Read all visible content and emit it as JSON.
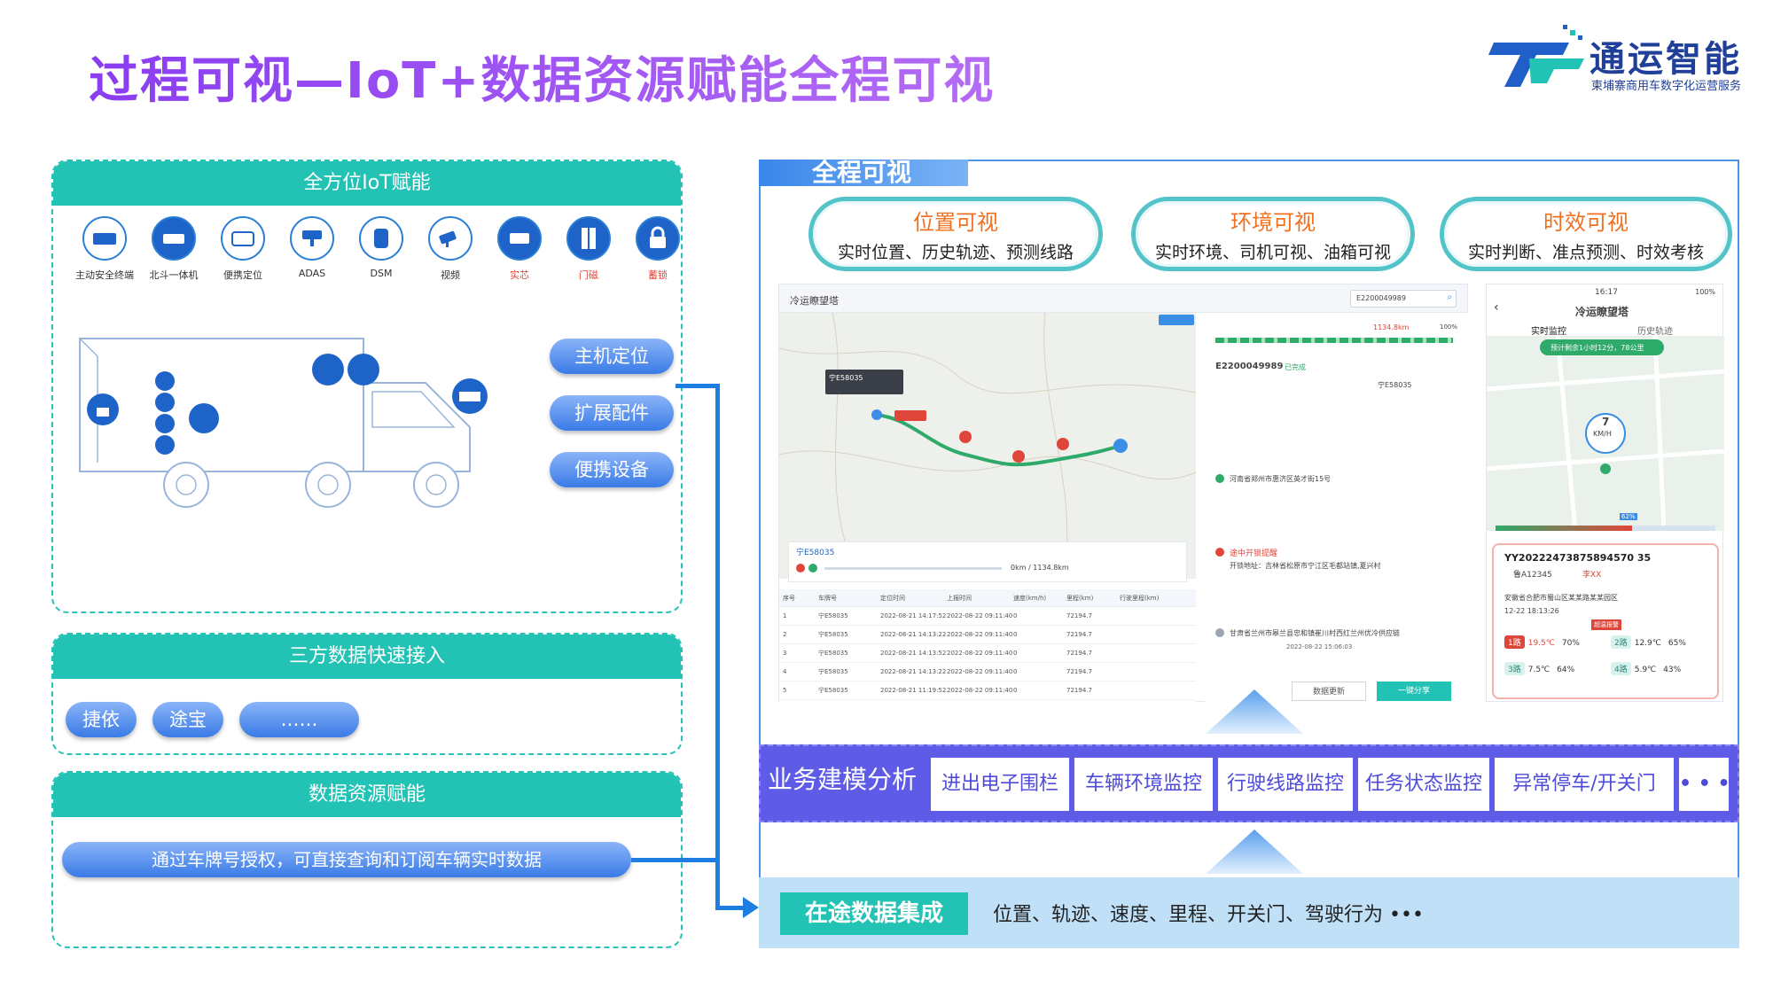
{
  "page_title": "过程可视—IoT+数据资源赋能全程可视",
  "brand": {
    "name": "通运智能",
    "slogan": "柬埔寨商用车数字化运营服务"
  },
  "iot_panel": {
    "title": "全方位IoT赋能",
    "icons": [
      {
        "label": "主动安全终端",
        "icon": "terminal-icon",
        "highlight": false
      },
      {
        "label": "北斗一体机",
        "icon": "beidou-device-icon",
        "highlight": false
      },
      {
        "label": "便携定位",
        "icon": "portable-locator-icon",
        "highlight": false
      },
      {
        "label": "ADAS",
        "icon": "adas-camera-icon",
        "highlight": false
      },
      {
        "label": "DSM",
        "icon": "dsm-camera-icon",
        "highlight": false
      },
      {
        "label": "视频",
        "icon": "video-camera-icon",
        "highlight": false
      },
      {
        "label": "实芯",
        "icon": "chip-icon",
        "highlight": true
      },
      {
        "label": "门磁",
        "icon": "door-sensor-icon",
        "highlight": true
      },
      {
        "label": "蓄锁",
        "icon": "lock-icon",
        "highlight": true
      }
    ],
    "pills": [
      "主机定位",
      "扩展配件",
      "便携设备"
    ]
  },
  "thirdparty_panel": {
    "title": "三方数据快速接入",
    "pills": [
      "捷依",
      "途宝",
      "……"
    ]
  },
  "resource_panel": {
    "title": "数据资源赋能",
    "pill": "通过车牌号授权，可直接查询和订阅车辆实时数据"
  },
  "full_view": {
    "tab": "全程可视",
    "capsules": [
      {
        "title": "位置可视",
        "sub": "实时位置、历史轨迹、预测线路"
      },
      {
        "title": "环境可视",
        "sub": "实时环境、司机可视、油箱可视"
      },
      {
        "title": "时效可视",
        "sub": "实时判断、准点预测、时效考核"
      }
    ]
  },
  "monitor_screen": {
    "app_title": "冷运瞭望塔",
    "search_value": "E2200049989",
    "order_id": "E2200049989",
    "order_status": "已完成",
    "plate": "宁E58035",
    "total_km": "1134.8km",
    "progress": "100%",
    "vehicle_tip": "宁E58035",
    "route_from": "河南省郑州市惠济区英才街15号",
    "alarm_title": "途中开锁提醒",
    "alarm_addr": "开锁地址：吉林省松原市宁江区毛都站镇,夏兴村",
    "route_to": "甘肃省兰州市皋兰县忠和镇崔川村西红兰州优冷供应链",
    "arrive_time": "2022-08-22 15:06:03",
    "playback_plate": "宁E58035",
    "playback_speed": "0km / 1134.8km",
    "table_headers": [
      "序号",
      "车牌号",
      "定位时间",
      "上报时间",
      "速度(km/h)",
      "里程(km)",
      "行驶里程(km)"
    ],
    "table_rows": [
      [
        "1",
        "宁E58035",
        "2022-08-21 14:17:52",
        "2022-08-22 09:11:40",
        "0",
        "72194.7",
        ""
      ],
      [
        "2",
        "宁E58035",
        "2022-08-21 14:13:22",
        "2022-08-22 09:11:40",
        "0",
        "72194.7",
        ""
      ],
      [
        "3",
        "宁E58035",
        "2022-08-21 14:13:52",
        "2022-08-22 09:11:40",
        "0",
        "72194.7",
        ""
      ],
      [
        "4",
        "宁E58035",
        "2022-08-21 14:13:22",
        "2022-08-22 09:11:40",
        "0",
        "72194.7",
        ""
      ],
      [
        "5",
        "宁E58035",
        "2022-08-21 11:19:52",
        "2022-08-22 09:11:40",
        "0",
        "72194.7",
        ""
      ]
    ],
    "btn_refresh": "数据更新",
    "btn_share": "一键分享"
  },
  "mobile_screen": {
    "time": "16:17",
    "battery": "100%",
    "app_title": "冷运瞭望塔",
    "tabs": [
      "实时监控",
      "历史轨迹"
    ],
    "eta": "预计剩余1小时12分，78公里",
    "speed_value": "7",
    "speed_unit": "KM/H",
    "progress_label": "62%",
    "order_id": "YY20222473875894570 35",
    "plate": "鲁A12345",
    "driver": "李XX",
    "address": "安徽省合肥市蜀山区某某路某某园区",
    "time_line": "12-22 18:13:26",
    "alarm": "超温报警",
    "temps": [
      {
        "zone": "1路",
        "temp": "19.5℃",
        "hum": "70%",
        "alert": true
      },
      {
        "zone": "2路",
        "temp": "12.9℃",
        "hum": "65%",
        "alert": false
      },
      {
        "zone": "3路",
        "temp": "7.5℃",
        "hum": "64%",
        "alert": false
      },
      {
        "zone": "4路",
        "temp": "5.9℃",
        "hum": "43%",
        "alert": false
      }
    ]
  },
  "business": {
    "label": "业务建模分析",
    "items": [
      "进出电子围栏",
      "车辆环境监控",
      "行驶线路监控",
      "任务状态监控",
      "异常停车/开关门",
      "• • •"
    ]
  },
  "data_bar": {
    "label": "在途数据集成",
    "text": "位置、轨迹、速度、里程、开关门、驾驶行为 •••"
  },
  "colors": {
    "teal": "#22c2b5",
    "purple": "#5e5ce6",
    "blue": "#1e7de0",
    "orange": "#f07020",
    "title_purple": "#8a3df0"
  }
}
